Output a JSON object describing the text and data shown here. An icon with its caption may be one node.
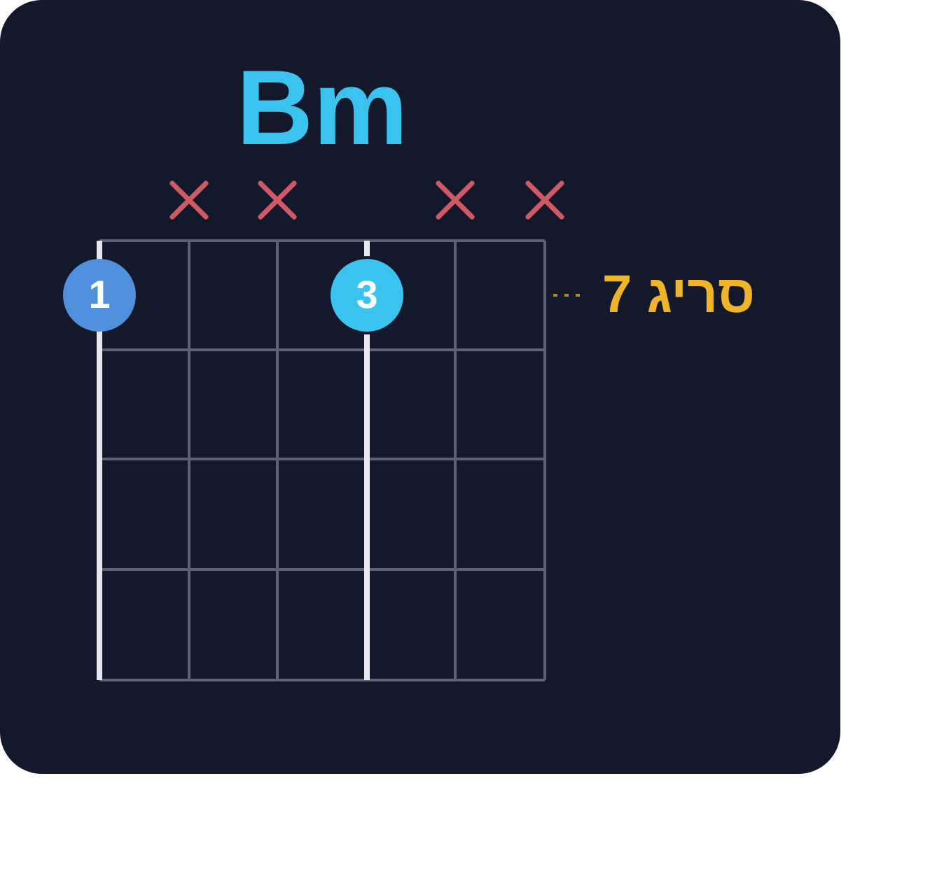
{
  "diagram": {
    "title": "Bm",
    "nodes": [
      {
        "text": [],
        "shape": "box"
      },
      {
        "text": [
          "1"
        ]
      },
      {
        "text": [
          "3"
        ],
        "in": 0
      },
      {
        "text": [
          "סריג 7"
        ]
      }
    ],
    "edges": [
      {
        "from": 3,
        "to": 0,
        "arrow": "none",
        "style": "dashed"
      }
    ]
  }
}
